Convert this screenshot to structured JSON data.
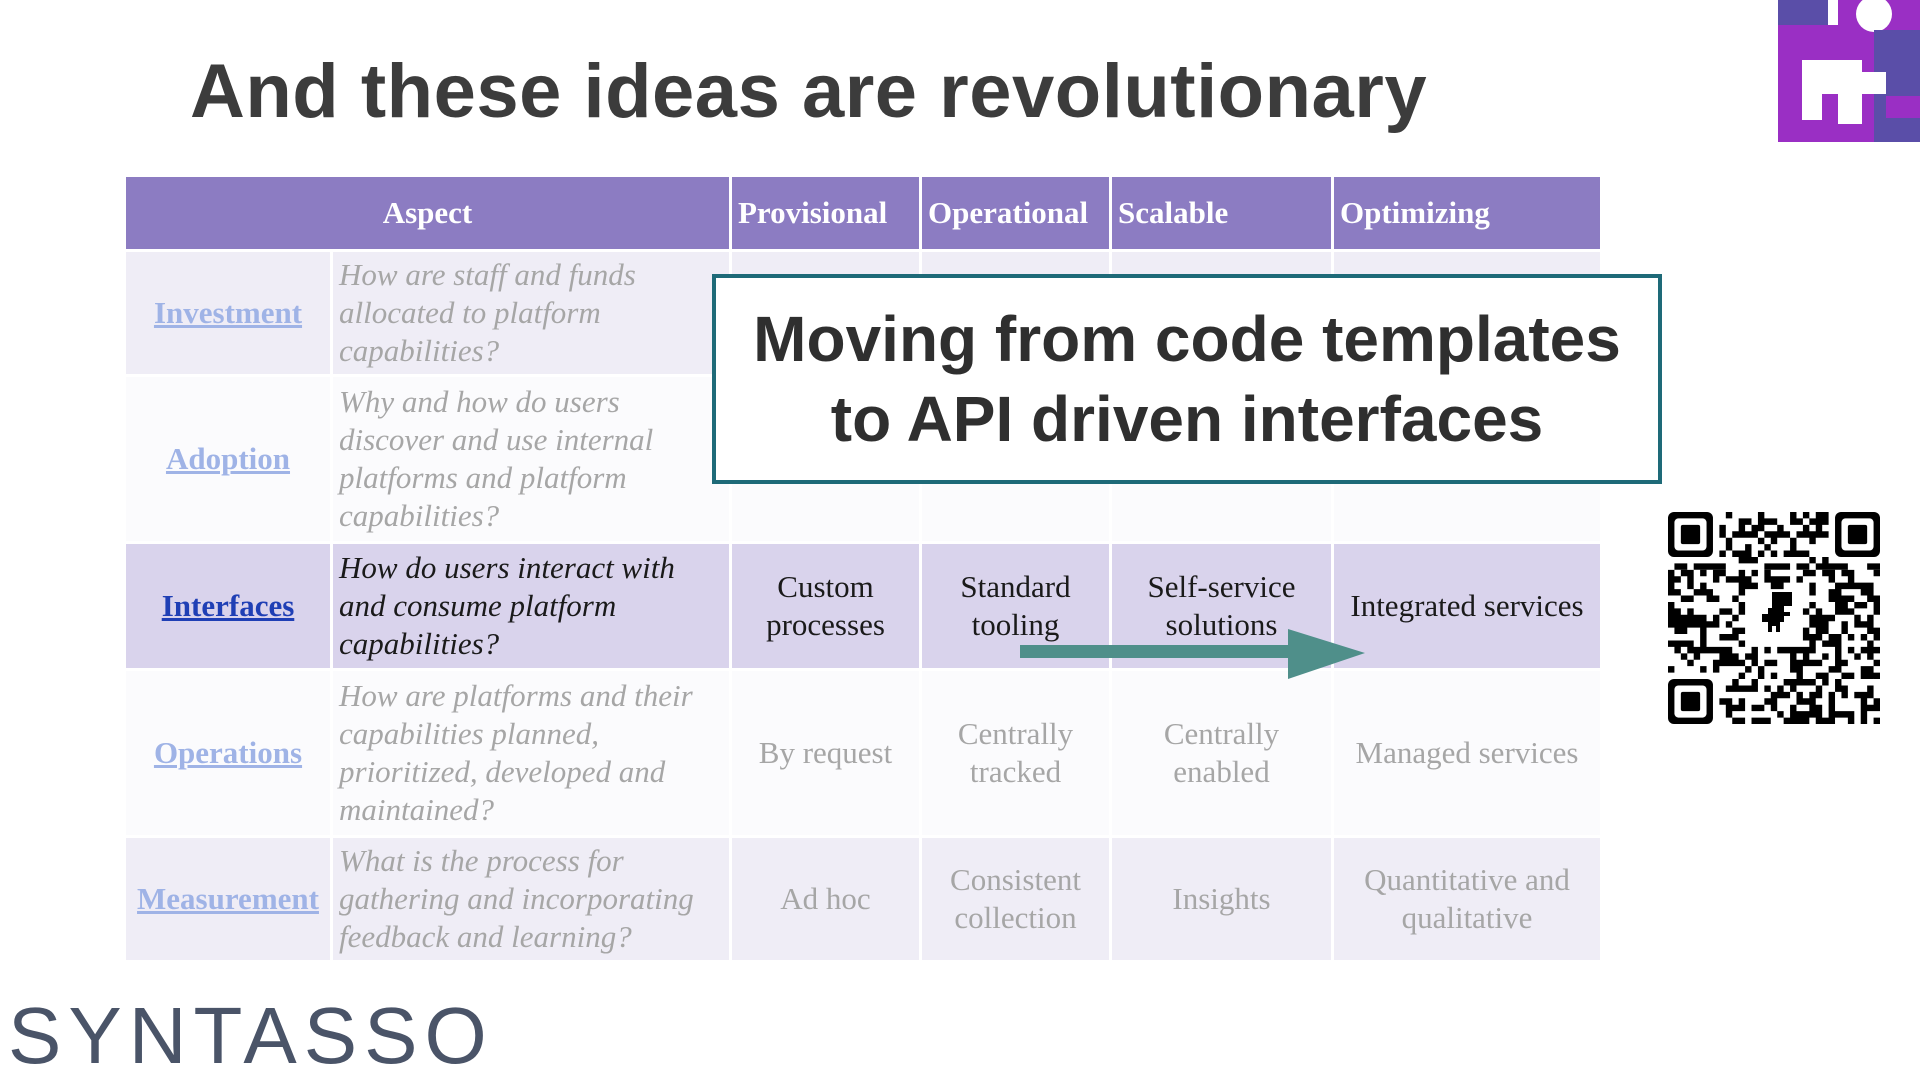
{
  "slide": {
    "title": "And these ideas are revolutionary",
    "brand": "SYNTASSO",
    "callout": "Moving from code templates\nto API driven interfaces"
  },
  "table": {
    "headers": [
      "Aspect",
      "Provisional",
      "Operational",
      "Scalable",
      "Optimizing"
    ],
    "rows": [
      {
        "aspect": "Investment",
        "question": "How are staff and funds allocated to platform capabilities?",
        "cells": [
          "",
          "",
          "",
          ""
        ]
      },
      {
        "aspect": "Adoption",
        "question": "Why and how do users discover and use internal platforms and platform capabilities?",
        "cells": [
          "",
          "",
          "",
          ""
        ]
      },
      {
        "aspect": "Interfaces",
        "question": "How do users interact with and consume platform capabilities?",
        "cells": [
          "Custom processes",
          "Standard tooling",
          "Self-service solutions",
          "Integrated services"
        ]
      },
      {
        "aspect": "Operations",
        "question": "How are platforms and their capabilities planned, prioritized, developed and maintained?",
        "cells": [
          "By request",
          "Centrally tracked",
          "Centrally enabled",
          "Managed services"
        ]
      },
      {
        "aspect": "Measurement",
        "question": "What is the process for gathering and incorporating feedback and learning?",
        "cells": [
          "Ad hoc",
          "Consistent collection",
          "Insights",
          "Quantitative and qualitative"
        ]
      }
    ]
  },
  "colors": {
    "header_bg": "#8c7cc2",
    "highlight_row": "#d9d3ec",
    "callout_border": "#1e6a78",
    "arrow": "#4f8f8a",
    "logo_purple": "#9a2fc4",
    "logo_indigo": "#5a4ea8"
  },
  "icons": {
    "logo": "puzzle-logo-icon",
    "qr": "qr-code-icon",
    "arrow": "arrow-right-icon"
  }
}
